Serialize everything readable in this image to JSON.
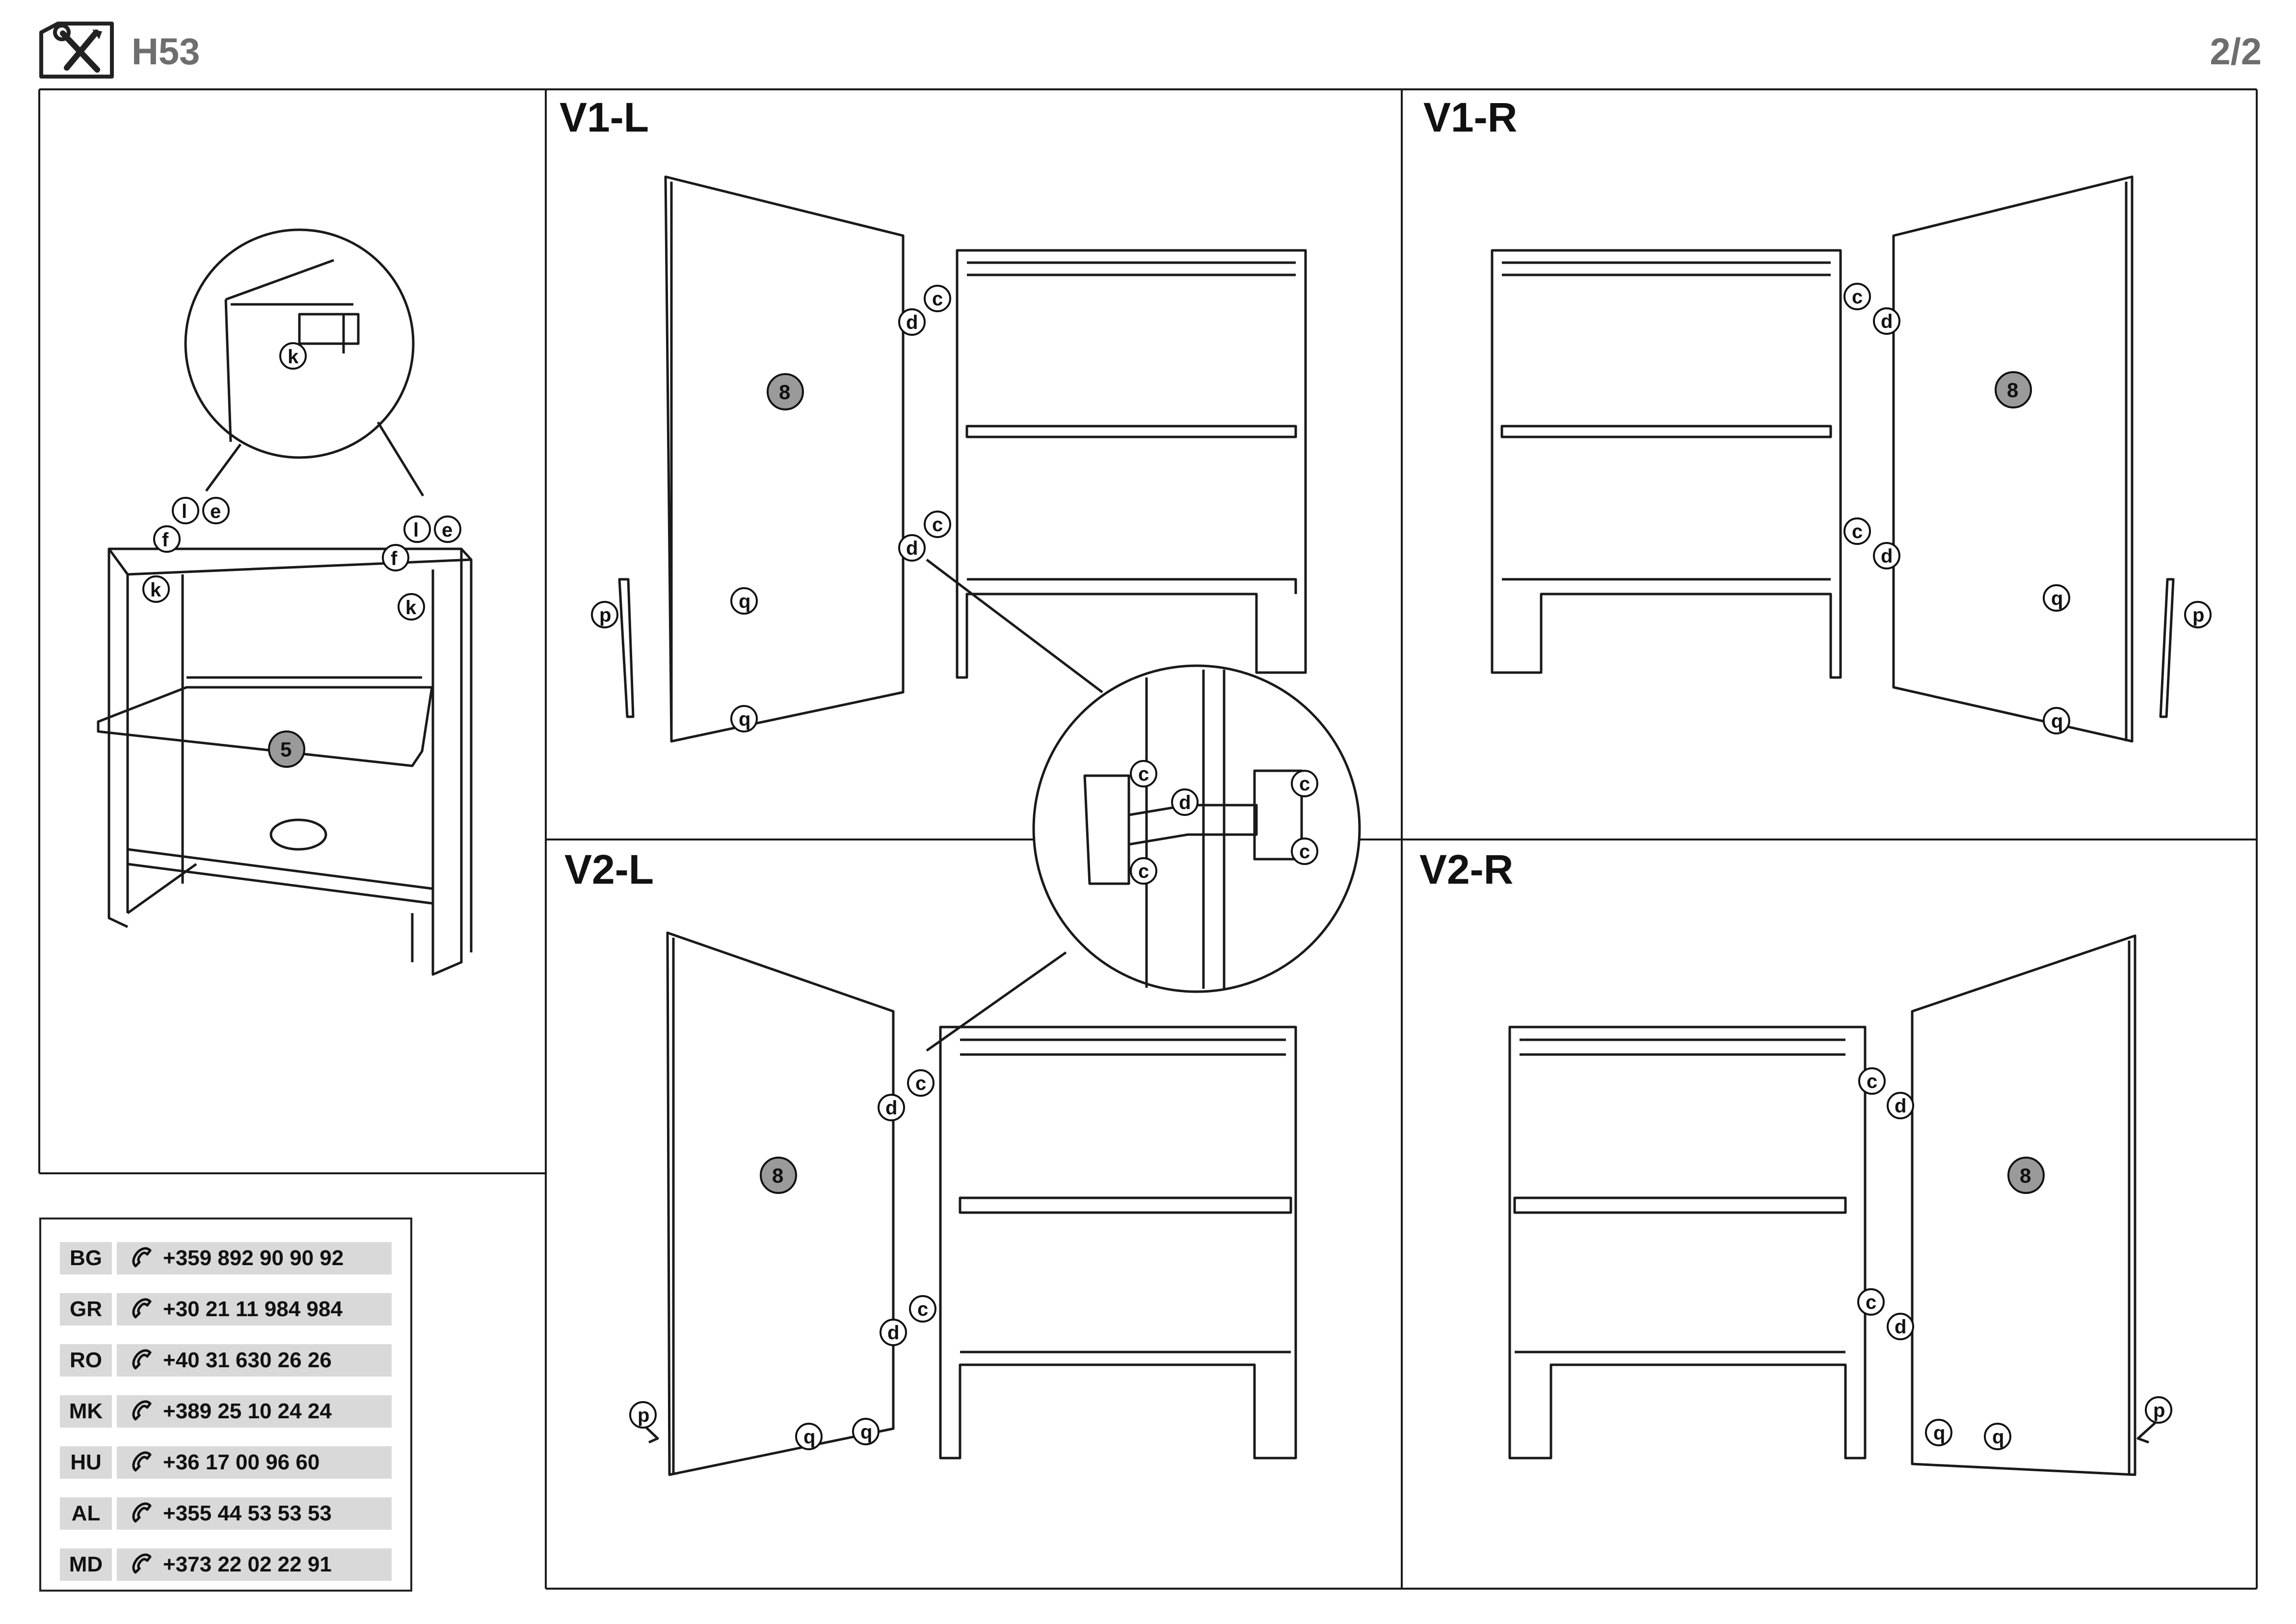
{
  "header": {
    "model_code": "H53",
    "page_number": "2/2",
    "icon": "tools-icon"
  },
  "panels": {
    "v1_left": "V1-L",
    "v1_right": "V1-R",
    "v2_left": "V2-L",
    "v2_right": "V2-R"
  },
  "part_numbers": {
    "shelf": "5",
    "door": "8"
  },
  "callouts": {
    "c": "c",
    "d": "d",
    "e": "e",
    "f": "f",
    "k": "k",
    "l": "l",
    "p": "p",
    "q": "q"
  },
  "contacts": [
    {
      "country": "BG",
      "phone": "+359 892 90 90 92",
      "icon": "phone-icon"
    },
    {
      "country": "GR",
      "phone": "+30 21 11 984 984",
      "icon": "phone-icon"
    },
    {
      "country": "RO",
      "phone": "+40 31 630 26 26",
      "icon": "phone-icon"
    },
    {
      "country": "MK",
      "phone": "+389 25 10 24 24",
      "icon": "phone-icon"
    },
    {
      "country": "HU",
      "phone": "+36 17 00 96 60",
      "icon": "phone-icon"
    },
    {
      "country": "AL",
      "phone": "+355 44 53 53 53",
      "icon": "phone-icon"
    },
    {
      "country": "MD",
      "phone": "+373 22 02 22 91",
      "icon": "phone-icon"
    }
  ],
  "colors": {
    "line": "#1a1a1a",
    "label_gray": "#6e6e6e",
    "table_fill": "#d9d9d9",
    "part_badge": "#9a9a9a"
  }
}
